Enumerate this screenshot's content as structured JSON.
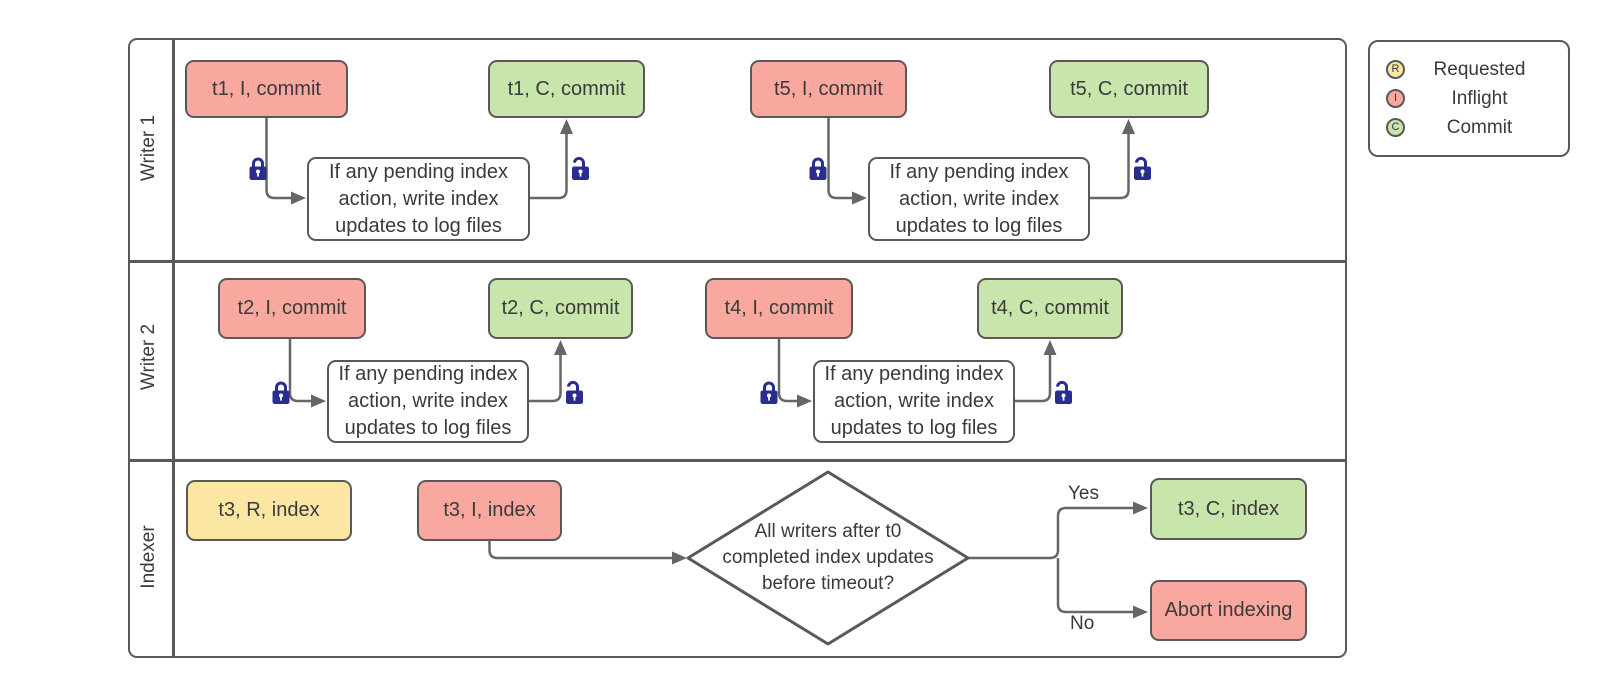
{
  "pool": {
    "lanes": [
      {
        "label": "Writer 1"
      },
      {
        "label": "Writer 2"
      },
      {
        "label": "Indexer"
      }
    ]
  },
  "legend": {
    "items": [
      {
        "symbol": "R",
        "label": "Requested",
        "color": "#FBE6A4"
      },
      {
        "symbol": "I",
        "label": "Inflight",
        "color": "#F9A8A0"
      },
      {
        "symbol": "C",
        "label": "Commit",
        "color": "#C8E5AC"
      }
    ]
  },
  "nodes": {
    "t1_inflight": {
      "label": "t1, I, commit",
      "state": "inflight"
    },
    "t1_commit": {
      "label": "t1, C, commit",
      "state": "commit"
    },
    "t5_inflight": {
      "label": "t5, I, commit",
      "state": "inflight"
    },
    "t5_commit": {
      "label": "t5, C, commit",
      "state": "commit"
    },
    "t2_inflight": {
      "label": "t2, I, commit",
      "state": "inflight"
    },
    "t2_commit": {
      "label": "t2, C, commit",
      "state": "commit"
    },
    "t4_inflight": {
      "label": "t4, I, commit",
      "state": "inflight"
    },
    "t4_commit": {
      "label": "t4, C, commit",
      "state": "commit"
    },
    "t3_requested": {
      "label": "t3, R, index",
      "state": "requested"
    },
    "t3_inflight": {
      "label": "t3, I, index",
      "state": "inflight"
    },
    "t3_commit": {
      "label": "t3, C, index",
      "state": "commit"
    },
    "abort": {
      "label": "Abort indexing",
      "state": "inflight"
    }
  },
  "pending_note": {
    "text": "If any pending index action, write index updates to log files",
    "lines": [
      "If any pending index",
      "action, write index",
      "updates to log files"
    ]
  },
  "decision": {
    "text": "All writers after t0 completed index updates before timeout?",
    "lines": [
      "All writers after t0",
      "completed index updates",
      "before timeout?"
    ]
  },
  "edge_labels": {
    "yes": "Yes",
    "no": "No"
  },
  "colors": {
    "inflight_fill": "#F9A8A0",
    "commit_fill": "#C8E5AC",
    "requested_fill": "#FBE6A4",
    "note_fill": "#FFFFFF",
    "shape_border": "#595959",
    "connector": "#666666",
    "lock": "#2A2D90",
    "text": "#3A3A3A"
  }
}
